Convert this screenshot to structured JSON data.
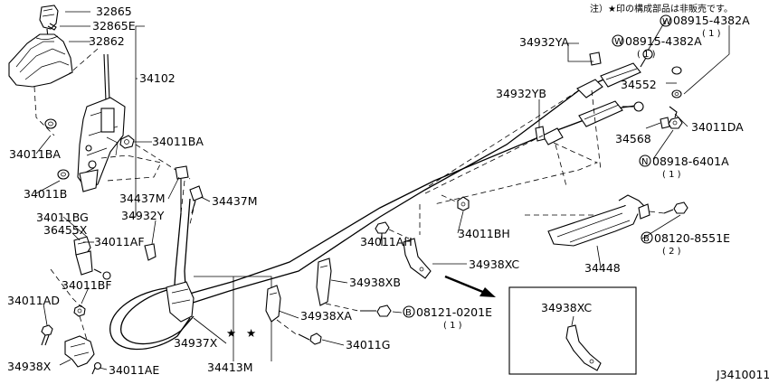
{
  "note": "注）★印の構成部品は非販売です。",
  "diagram_code": "J3410011",
  "labels": {
    "p32865": "32865",
    "p32865E": "32865E",
    "p32862": "32862",
    "p34102": "34102",
    "p34011BA_left": "34011BA",
    "p34011BA_mid": "34011BA",
    "p34011B": "34011B",
    "p34011BG": "34011BG",
    "p36455X": "36455X",
    "p34011AF": "34011AF",
    "p34011BF": "34011BF",
    "p34011AD": "34011AD",
    "p34938X": "34938X",
    "p34011AE": "34011AE",
    "p34437M_a": "34437M",
    "p34437M_b": "34437M",
    "p34932Y": "34932Y",
    "p34937X": "34937X",
    "p34413M": "34413M",
    "p34011G": "34011G",
    "p34938XA": "34938XA",
    "p34938XB": "34938XB",
    "p08121": "08121-0201E",
    "p08121_qty": "( 1 )",
    "p34011AH": "34011AH",
    "p34938XC": "34938XC",
    "p34938XC_inset": "34938XC",
    "p34011BH": "34011BH",
    "p34932YA": "34932YA",
    "p34932YB": "34932YB",
    "p08915_a": "08915-4382A",
    "p08915_a_qty": "( 1 )",
    "p08915_b": "08915-4382A",
    "p08915_b_qty": "( 1 )",
    "p34552": "34552",
    "p34011DA": "34011DA",
    "p34568": "34568",
    "p08918": "08918-6401A",
    "p08918_qty": "( 1 )",
    "p08120": "08120-8551E",
    "p08120_qty": "( 2 )",
    "p34448": "34448"
  },
  "prefixes": {
    "washer": "W",
    "nut": "N",
    "bolt": "B"
  },
  "symbols": {
    "star": "★"
  }
}
